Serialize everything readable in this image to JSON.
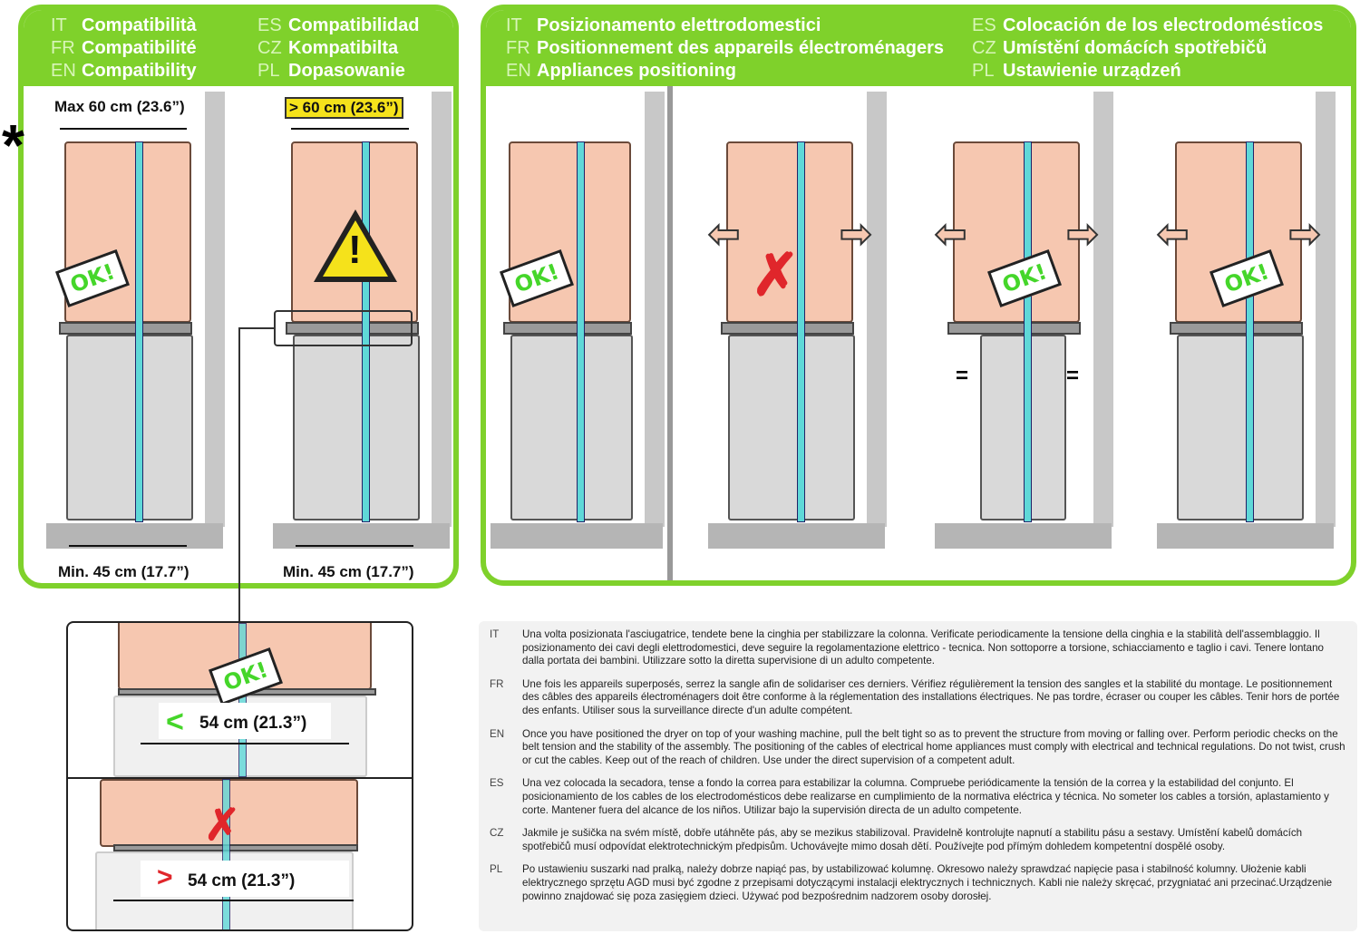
{
  "colors": {
    "accent": "#7fd12b",
    "strap": "#5fd8d8",
    "dryer": "#f6c7b0",
    "warning": "#f5e21b",
    "ok_text": "#45d62a",
    "error": "#e0262b"
  },
  "compatibility": {
    "headers": [
      {
        "code": "IT",
        "label": "Compatibilità"
      },
      {
        "code": "ES",
        "label": "Compatibilidad"
      },
      {
        "code": "FR",
        "label": "Compatibilité"
      },
      {
        "code": "CZ",
        "label": "Kompatibilta"
      },
      {
        "code": "EN",
        "label": "Compatibility"
      },
      {
        "code": "PL",
        "label": "Dopasowanie"
      }
    ],
    "asterisk": "*",
    "left": {
      "top_dim": "Max 60 cm (23.6”)",
      "bottom_dim": "Min. 45 cm (17.7”)",
      "badge": "OK!"
    },
    "right": {
      "top_dim": "> 60 cm (23.6”)",
      "bottom_dim": "Min. 45 cm (17.7”)",
      "icon": "warning-triangle-icon"
    }
  },
  "positioning": {
    "headers": [
      {
        "code": "IT",
        "label": "Posizionamento elettrodomestici"
      },
      {
        "code": "ES",
        "label": "Colocación de los electrodomésticos"
      },
      {
        "code": "FR",
        "label": "Positionnement des appareils électroménagers"
      },
      {
        "code": "CZ",
        "label": "Umístění domácích spotřebičů"
      },
      {
        "code": "EN",
        "label": "Appliances positioning"
      },
      {
        "code": "PL",
        "label": "Ustawienie urządzeń"
      }
    ],
    "scenes": [
      {
        "badge": "OK!"
      },
      {
        "badge": "✗"
      },
      {
        "badge": "OK!",
        "equal": "="
      },
      {
        "badge": "OK!"
      }
    ]
  },
  "detail": {
    "top": {
      "sign": "<",
      "dim": "54 cm (21.3”)",
      "badge": "OK!"
    },
    "bottom": {
      "sign": ">",
      "dim": "54 cm (21.3”)",
      "badge": "✗"
    }
  },
  "instructions": [
    {
      "code": "IT",
      "text": "Una volta posizionata l'asciugatrice, tendete bene la cinghia per stabilizzare la colonna. Verificate periodicamente la tensione della cinghia e la stabilità dell'assemblaggio. Il posizionamento dei cavi degli elettrodomestici, deve seguire la regolamentazione elettrico - tecnica. Non sottoporre a torsione, schiacciamento e taglio i cavi. Tenere lontano dalla portata dei bambini. Utilizzare sotto la diretta supervisione di un adulto competente."
    },
    {
      "code": "FR",
      "text": "Une fois les appareils superposés, serrez la sangle afin de solidariser ces derniers. Vérifiez régulièrement la tension des sangles et la stabilité du montage. Le positionnement des câbles des appareils électroménagers doit être conforme à la réglementation des installations électriques. Ne pas tordre, écraser ou couper les câbles. Tenir hors de portée des enfants. Utiliser sous la surveillance directe d'un adulte compétent."
    },
    {
      "code": "EN",
      "text": "Once you have positioned the dryer on top of your washing machine, pull the belt tight so as to prevent the structure from moving or falling over. Perform periodic checks on the belt tension and the stability of the assembly. The positioning of the cables of electrical home appliances must comply with electrical and technical regulations. Do not twist, crush or cut the cables. Keep out of the reach of children. Use under the direct supervision of a competent adult."
    },
    {
      "code": "ES",
      "text": "Una vez colocada la secadora, tense a fondo la correa para estabilizar la columna. Compruebe periódicamente la tensión de la correa y la estabilidad del conjunto. El posicionamiento de los cables de los electrodomésticos debe realizarse en cumplimiento de la normativa eléctrica y técnica. No someter los cables a torsión, aplastamiento y corte. Mantener fuera del alcance de los niños. Utilizar bajo la supervisión directa de un adulto competente."
    },
    {
      "code": "CZ",
      "text": "Jakmile je sušička na svém místě, dobře utáhněte pás, aby se mezikus stabilizoval. Pravidelně kontrolujte napnutí a stabilitu pásu a sestavy. Umístění kabelů domácích spotřebičů musí odpovídat elektrotechnickým předpisům.  Uchovávejte mimo dosah dětí. Používejte pod přímým dohledem kompetentní dospělé osoby."
    },
    {
      "code": "PL",
      "text": "Po ustawieniu suszarki nad pralką, należy dobrze napiąć pas, by ustabilizować kolumnę. Okresowo należy sprawdzać napięcie pasa i stabilność kolumny. Ułożenie kabli elektrycznego sprzętu AGD musi być zgodne z przepisami dotyczącymi instalacji elektrycznych i technicznych. Kabli nie należy skręcać, przygniatać ani przecinać.Urządzenie powinno znajdować się poza zasięgiem dzieci. Używać pod bezpośrednim nadzorem osoby dorosłej."
    }
  ]
}
